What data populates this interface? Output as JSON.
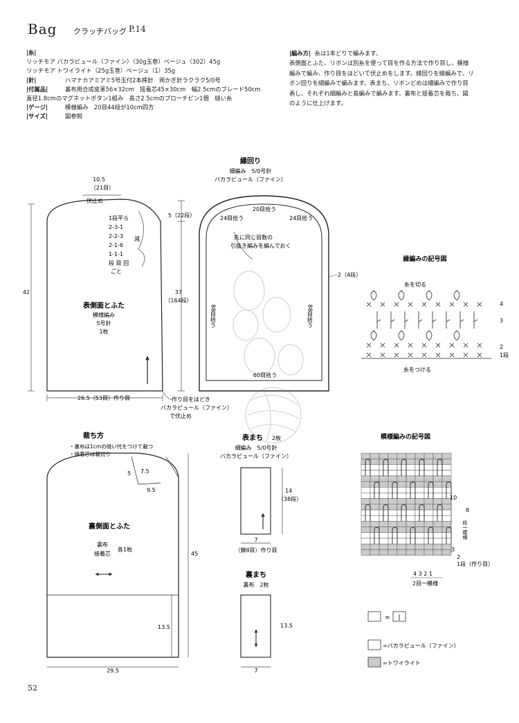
{
  "header": {
    "title": "Bag",
    "subtitle": "クラッチバッグ",
    "page_ref": "P.14"
  },
  "specs": {
    "yarn_label": "|糸|",
    "yarn_line1": "リッチモア バカラピュール（ファイン）（30g玉巻）ベージュ（302）45g",
    "yarn_line2": "リッチモア トワイライト（25g玉巻）ベージュ（1）35g",
    "needle_label": "|針|",
    "needle_text": "ハマナカアミアミ5号玉付2本棒針　両かぎ針ラクラク5/0号",
    "materials_label": "|付属品|",
    "materials_line1": "裏布用合成皮革56×32cm　接着芯45×30cm　幅2.5cmのブレード50cm",
    "materials_line2": "直径1.8cmのマグネットボタン1組み　長さ2.5cmのブローチピン1個　縫い糸",
    "gauge_label": "|ゲージ|",
    "gauge_text": "模様編み　20目44段が10cm四方",
    "size_label": "|サイズ|",
    "size_text": "図参照"
  },
  "method": {
    "label": "|編み方|",
    "intro": "糸は1本どりで編みます。",
    "line1": "表側面とふた、リボンは別糸を使って目を作る方法で作り目し、模様",
    "line2": "編みで編み、作り目をほどいて伏止めをします。縁回りを縁編みで、リ",
    "line3": "ボン回りを細編みで編みます。表まち、リボンどめは細編みで作り目",
    "line4": "表し、それぞれ細編みと長編みで編みます。裏布と接着芯を裁ち、図",
    "line5": "のように仕上げます。"
  },
  "front_panel": {
    "top_width": "10.5",
    "top_stitches": "（21目）",
    "bind_off": "伏止め",
    "dec1": "1段平ら",
    "dec2": "2-3-1",
    "dec3": "2-2-3",
    "dec4": "2-1-6",
    "dec5": "1-1-1",
    "dec6": "段 目 回",
    "dec7": "ごと",
    "dec_label": "減",
    "height_top": "5（22段）",
    "height_left": "42",
    "height_mid": "37",
    "height_mid_rows": "（164段）",
    "name": "表側面とふた",
    "stitch": "模様編み",
    "needle": "5号針",
    "count": "1枚",
    "bottom_width": "26.5（53目）作り目",
    "unravel1": "作り目をほどき",
    "unravel2": "バカラピュール（ファイン）",
    "unravel3": "で伏止め"
  },
  "border": {
    "title": "縁回り",
    "sub1": "細編み　5/0号針",
    "sub2": "バカラピュール（ファイン）",
    "top_pick": "20目拾う",
    "corner_left": "24目拾う",
    "corner_right": "24目拾う",
    "side_left": "88目拾う",
    "side_right": "88目拾う",
    "bottom_pick": "60目拾う",
    "note1": "先に同じ目数の",
    "note2": "引抜き編みを編んでおく",
    "rows": "2（4段）"
  },
  "edge_chart": {
    "title": "縁編みの記号図",
    "cut_yarn": "糸を切る",
    "attach_yarn": "糸をつける",
    "r4": "4",
    "r3": "3",
    "r2": "2",
    "r1": "1段"
  },
  "cutting": {
    "title": "裁ち方",
    "note1": "・裏布は1cmの縫い代をつけて裁つ",
    "note2": "・接着芯は裁切り",
    "dim5": "5",
    "dim75": "7.5",
    "dim95": "9.5",
    "name": "裏側面とふた",
    "fabric1": "裏布",
    "fabric2": "接着芯",
    "count": "各1枚",
    "height": "45",
    "side": "13.5",
    "width": "29.5"
  },
  "front_gusset": {
    "title": "表まち",
    "count": "2枚",
    "sub1": "細編み　5/0号針",
    "sub2": "バカラピュール（ファイン）",
    "height": "14",
    "rows": "（38段）",
    "width": "7",
    "chain": "（鎖8目）作り目"
  },
  "back_gusset": {
    "title": "裏まち",
    "sub": "裏布　2枚",
    "height": "13.5",
    "width": "7"
  },
  "pattern_chart": {
    "title": "模様編みの記号図",
    "r10": "10",
    "r8": "8",
    "repeat_rows": "段一模様",
    "r3": "3",
    "r2": "2",
    "r1": "1段（作り目）",
    "cols": "4  3  2  1",
    "repeat_cols": "2目一模様"
  },
  "legend": {
    "eq": "=",
    "knit_symbol": "|",
    "white": "=バカラピュール（ファイン）",
    "gray": "=トワイライト"
  },
  "page_number": "52"
}
